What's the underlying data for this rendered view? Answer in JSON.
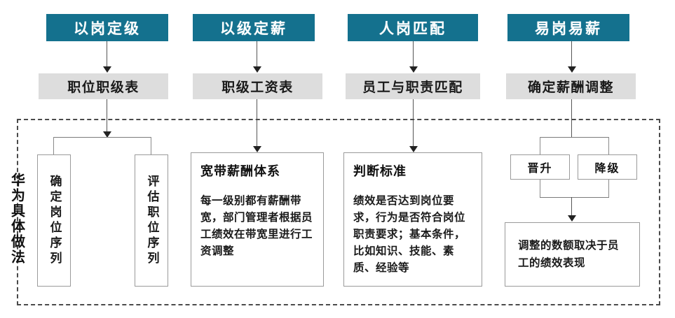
{
  "diagram": {
    "title": "",
    "side_label": "华为具体做法",
    "colors": {
      "header_blue": "#14718E",
      "row2_gray": "#DDDDDD",
      "box_border": "#9a9a9a",
      "frame_dashed": "#4a4a4a",
      "connector": "#555555",
      "text": "#1a1a1a"
    },
    "columns": [
      {
        "id": "col-1",
        "header": "以岗定级",
        "stage": "职位职级表",
        "detail_type": "split-two-vertical",
        "vertical_items": [
          "确定岗位序列",
          "评估职位序列"
        ]
      },
      {
        "id": "col-2",
        "header": "以级定薪",
        "stage": "职级工资表",
        "detail_type": "panel",
        "panel_title": "宽带薪酬体系",
        "panel_body": "每一级别都有薪酬带宽，部门管理者根据员工绩效在带宽里进行工资调整"
      },
      {
        "id": "col-3",
        "header": "人岗匹配",
        "stage": "员工与职责匹配",
        "detail_type": "panel",
        "panel_title": "判断标准",
        "panel_body": "绩效是否达到岗位要求，行为是否符合岗位职责要求；基本条件，比如知识、技能、素质、经验等"
      },
      {
        "id": "col-4",
        "header": "易岗易薪",
        "stage": "确定薪酬调整",
        "detail_type": "branch-then-result",
        "branch_items": [
          "晋升",
          "降级"
        ],
        "result_text": "调整的数额取决于员工的绩效表现"
      }
    ]
  }
}
